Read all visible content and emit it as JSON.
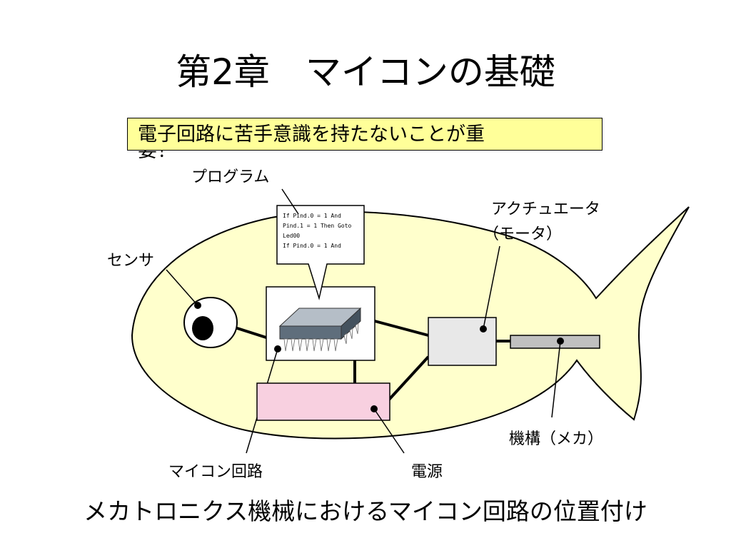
{
  "slide": {
    "title": "第2章　マイコンの基礎",
    "note": "電子回路に苦手意識を持たないことが重",
    "note_overflow": "要！",
    "caption": "メカトロニクス機械におけるマイコン回路の位置付け"
  },
  "diagram": {
    "labels": {
      "program": "プログラム",
      "sensor": "センサ",
      "actuator_line1": "アクチュエータ",
      "actuator_line2": "（モータ）",
      "mechanism": "機構（メカ）",
      "micro_circuit": "マイコン回路",
      "power": "電源"
    },
    "code": [
      "If Pind.0 = 1 And",
      "Pind.1 = 1 Then Goto",
      "Led00",
      "If Pind.0 = 1 And"
    ]
  },
  "colors": {
    "fish_body": "#ffffcc",
    "note_bg": "#ffff99",
    "power_box": "#f8d0e0",
    "actuator_box": "#e8e8e8",
    "mechanism_bar": "#c0c0c0",
    "chip": "#7a8a9a"
  }
}
